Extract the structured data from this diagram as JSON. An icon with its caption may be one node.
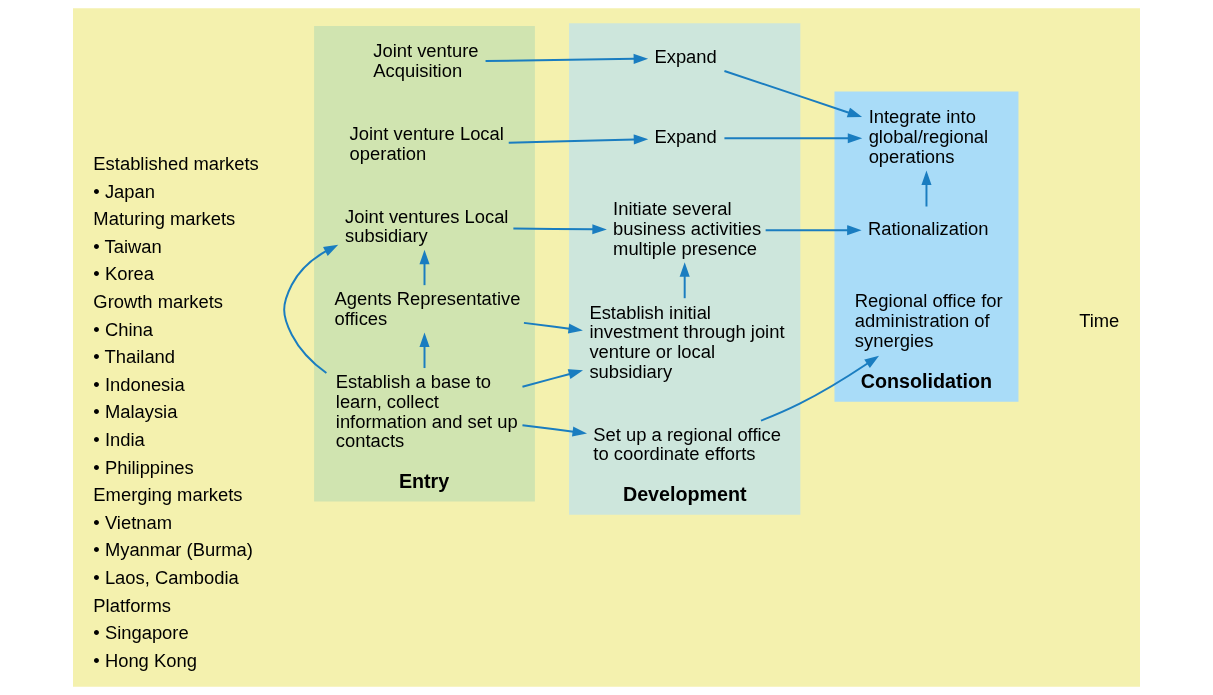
{
  "diagram": {
    "nodes": [
      {
        "text": [
          "Entry"
        ]
      },
      {
        "text": [
          "Development"
        ]
      },
      {
        "text": [
          "Consolidation"
        ]
      },
      {
        "text": [
          "Joint venture Acquisition"
        ],
        "in": 0
      },
      {
        "text": [
          "Expand"
        ],
        "in": 1
      },
      {
        "text": [
          "Integrate into global/regional operations"
        ],
        "in": 2
      },
      {
        "text": [
          "Joint venture Local operation"
        ],
        "in": 0
      },
      {
        "text": [
          "Expand"
        ],
        "in": 1
      },
      {
        "text": [
          "Joint ventures Local subsidiary"
        ],
        "in": 0
      },
      {
        "text": [
          "Initiate several business activities multiple presence"
        ],
        "in": 1
      },
      {
        "text": [
          "Rationalization"
        ],
        "in": 2
      },
      {
        "text": [
          "Agents Representative offices"
        ],
        "in": 0
      },
      {
        "text": [
          "Establish initial investment through joint venture or local subsidiary"
        ],
        "in": 1
      },
      {
        "text": [
          "Establish a base to learn, collect information and set up contacts"
        ],
        "in": 0
      },
      {
        "text": [
          "Set up a regional office to coordinate efforts"
        ],
        "in": 1
      },
      {
        "text": [
          "Regional office for administration of synergies"
        ],
        "in": 2
      }
    ],
    "edges": [
      {
        "from": 3,
        "to": 4,
        "arrow": "to"
      },
      {
        "from": 4,
        "to": 5,
        "arrow": "to"
      },
      {
        "from": 6,
        "to": 7,
        "arrow": "to"
      },
      {
        "from": 7,
        "to": 5,
        "arrow": "to"
      },
      {
        "from": 8,
        "to": 9,
        "arrow": "to"
      },
      {
        "from": 9,
        "to": 10,
        "arrow": "to"
      },
      {
        "from": 10,
        "to": 5,
        "arrow": "to"
      },
      {
        "from": 11,
        "to": 8,
        "arrow": "to"
      },
      {
        "from": 11,
        "to": 12,
        "arrow": "to"
      },
      {
        "from": 12,
        "to": 9,
        "arrow": "to"
      },
      {
        "from": 13,
        "to": 8,
        "arrow": "to"
      },
      {
        "from": 13,
        "to": 11,
        "arrow": "to"
      },
      {
        "from": 13,
        "to": 12,
        "arrow": "to"
      },
      {
        "from": 13,
        "to": 14,
        "arrow": "to"
      },
      {
        "from": 14,
        "to": 15,
        "arrow": "to"
      }
    ],
    "labels": [
      "Established markets",
      "• Japan",
      "Maturing markets",
      "• Taiwan",
      "• Korea",
      "Growth markets",
      "• China",
      "• Thailand",
      "• Indonesia",
      "• Malaysia",
      "• India",
      "• Philippines",
      "Emerging markets",
      "• Vietnam",
      "• Myanmar (Burma)",
      "• Laos, Cambodia",
      "Platforms",
      "• Singapore",
      "• Hong Kong",
      "Time"
    ]
  }
}
